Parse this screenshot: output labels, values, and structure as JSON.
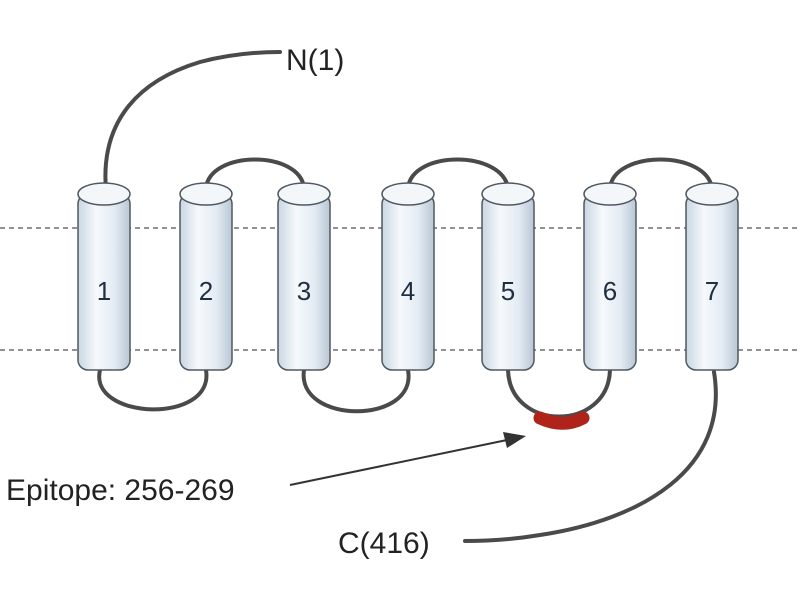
{
  "helices": [
    {
      "label": "1"
    },
    {
      "label": "2"
    },
    {
      "label": "3"
    },
    {
      "label": "4"
    },
    {
      "label": "5"
    },
    {
      "label": "6"
    },
    {
      "label": "7"
    }
  ],
  "n_terminus": {
    "label": "N(1)"
  },
  "c_terminus": {
    "label": "C(416)"
  },
  "epitope": {
    "label": "Epitope: 256-269",
    "color": "#b0231a"
  },
  "colors": {
    "loop": "#4a4a4a",
    "helix_fill": "#e6eef5",
    "helix_stroke": "#505860",
    "membrane": "#6f6f6f"
  }
}
